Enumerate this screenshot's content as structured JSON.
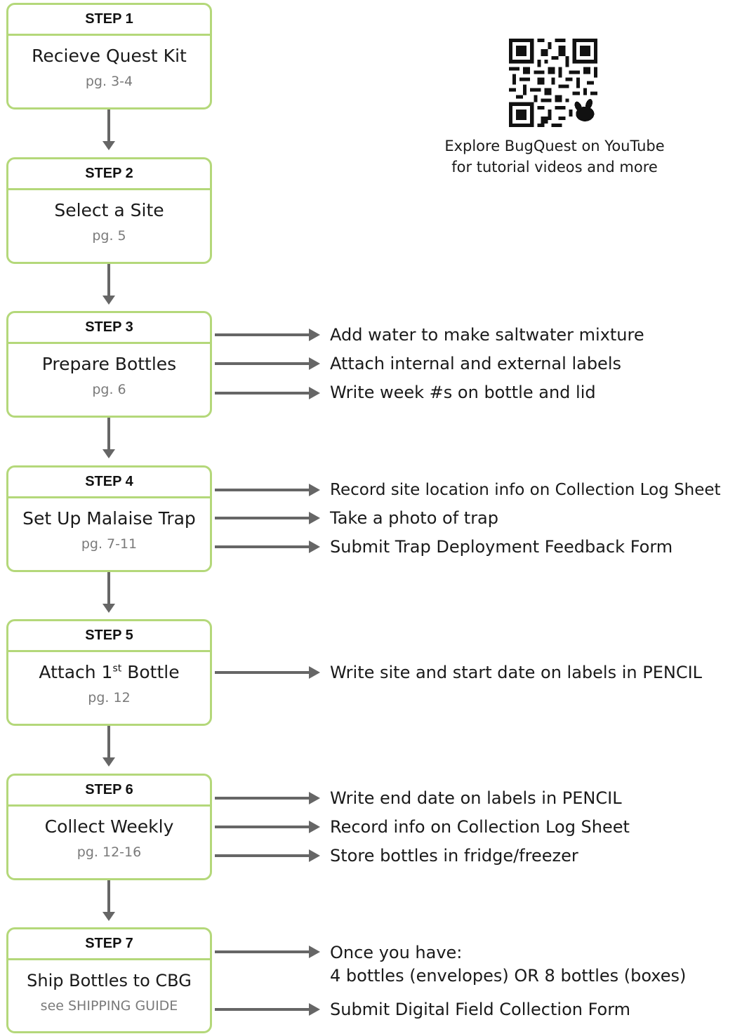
{
  "colors": {
    "box_border": "#b4d87a",
    "arrow": "#666666",
    "page_ref": "#7a7a7a"
  },
  "qr": {
    "icon": "qr-code-icon",
    "caption_line1": "Explore BugQuest on YouTube",
    "caption_line2": "for tutorial videos and more"
  },
  "steps": [
    {
      "label": "STEP 1",
      "title": "Recieve Quest Kit",
      "page": "pg. 3-4",
      "notes": []
    },
    {
      "label": "STEP 2",
      "title": "Select a Site",
      "page": "pg. 5",
      "notes": []
    },
    {
      "label": "STEP 3",
      "title": "Prepare Bottles",
      "page": "pg. 6",
      "notes": [
        "Add water to make saltwater mixture",
        "Attach internal and external labels",
        "Write week #s on bottle and lid"
      ]
    },
    {
      "label": "STEP 4",
      "title": "Set Up Malaise Trap",
      "page": "pg. 7-11",
      "notes": [
        "Record site location info on Collection Log Sheet",
        "Take a photo of trap",
        "Submit Trap Deployment Feedback Form"
      ]
    },
    {
      "label": "STEP 5",
      "title_main": "Attach 1",
      "title_sup": "st",
      "title_rest": " Bottle",
      "page": "pg. 12",
      "notes": [
        "Write site and start date on labels in PENCIL"
      ]
    },
    {
      "label": "STEP 6",
      "title": "Collect Weekly",
      "page": "pg. 12-16",
      "notes": [
        "Write end date on labels in PENCIL",
        "Record info on Collection Log Sheet",
        "Store bottles in fridge/freezer"
      ]
    },
    {
      "label": "STEP 7",
      "title": "Ship Bottles to CBG",
      "page_prefix": "see",
      "page_link": "SHIPPING GUIDE",
      "notes": [
        "Once you have:",
        "4 bottles (envelopes) OR 8 bottles (boxes)",
        "Submit Digital Field Collection Form"
      ]
    }
  ]
}
